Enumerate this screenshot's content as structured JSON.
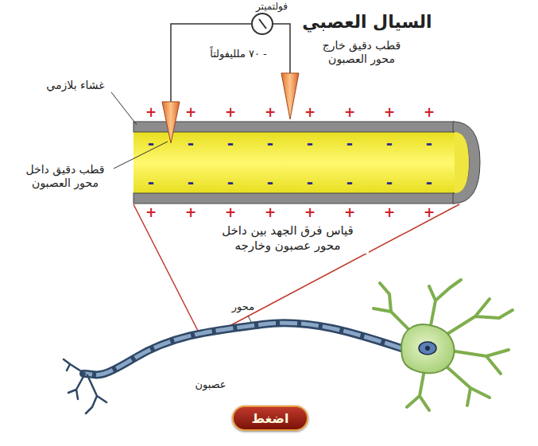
{
  "diagram": {
    "title": "السيال العصبي",
    "nodes": [
      {
        "text": [
          "اضغط"
        ]
      }
    ],
    "labels": [
      "فولتميتر",
      "قطب دقيق خارج محور العصبون",
      "- ٧٠ ملليفولتاً",
      "غشاء بلازمي",
      "قطب دقيق داخل محور العصبون",
      "قياس فرق الجهد بين داخل محور عصبون وخارجه",
      "محور",
      "عصبون",
      "+",
      "+",
      "+",
      "+",
      "+",
      "+",
      "+",
      "+",
      "-",
      "-",
      "-",
      "-",
      "-",
      "-",
      "-",
      "-",
      "-",
      "-",
      "-",
      "-",
      "-",
      "-",
      "-",
      "-",
      "+",
      "+",
      "+",
      "+",
      "+",
      "+",
      "+",
      "+"
    ]
  }
}
